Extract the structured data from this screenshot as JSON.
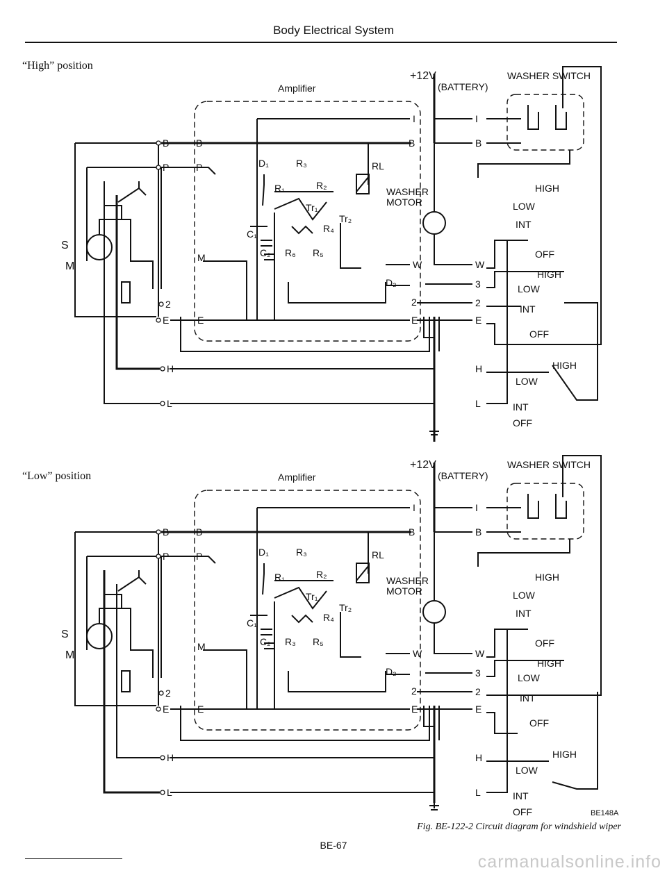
{
  "header": {
    "title": "Body Electrical System"
  },
  "panels": [
    {
      "position_label": "“High” position",
      "amplifier": "Amplifier",
      "supply": "+12V",
      "battery": "(BATTERY)",
      "washer_switch": "WASHER SWITCH",
      "rl": "RL",
      "washer_motor_1": "WASHER",
      "washer_motor_2": "MOTOR",
      "components": {
        "d1": "D₁",
        "r3": "R₃",
        "r1": "R₁",
        "r2": "R₂",
        "tr1": "Tr₁",
        "tr2": "Tr₂",
        "r4": "R₄",
        "c1": "C₁",
        "c2": "C₂",
        "r6": "R₆",
        "r5": "R₅",
        "d2": "D₂"
      },
      "left_terminals": [
        "B",
        "P",
        "2",
        "E",
        "H",
        "L"
      ],
      "amp_left": [
        "B",
        "P",
        "M",
        "E"
      ],
      "amp_right": [
        "I",
        "B",
        "W",
        "2",
        "E"
      ],
      "conn_right": [
        "I",
        "B",
        "W",
        "3",
        "2",
        "E",
        "H",
        "L"
      ],
      "motor": {
        "s": "S",
        "m": "M"
      },
      "sw_washer": {
        "high": "HIGH",
        "low": "LOW",
        "int": "INT",
        "off": "OFF"
      },
      "sw_mid": {
        "high": "HIGH",
        "low": "LOW",
        "int": "INT",
        "off": "OFF"
      },
      "sw_bot": {
        "high": "HIGH",
        "low": "LOW",
        "int": "INT",
        "off": "OFF"
      }
    },
    {
      "position_label": "“Low” position",
      "amplifier": "Amplifier",
      "supply": "+12V",
      "battery": "(BATTERY)",
      "washer_switch": "WASHER SWITCH",
      "rl": "RL",
      "washer_motor_1": "WASHER",
      "washer_motor_2": "MOTOR",
      "components": {
        "d1": "D₁",
        "r3": "R₃",
        "r1": "R₁",
        "r2": "R₂",
        "tr1": "Tr₁",
        "tr2": "Tr₂",
        "r4": "R₄",
        "c1": "C₁",
        "c2": "C₂",
        "r6": "R₃",
        "r5": "R₅",
        "d2": "D₂"
      },
      "left_terminals": [
        "B",
        "P",
        "2",
        "E",
        "H",
        "L"
      ],
      "amp_left": [
        "B",
        "P",
        "M",
        "E"
      ],
      "amp_right": [
        "I",
        "B",
        "W",
        "2",
        "E"
      ],
      "conn_right": [
        "I",
        "B",
        "W",
        "3",
        "2",
        "E",
        "H",
        "L"
      ],
      "motor": {
        "s": "S",
        "m": "M"
      },
      "sw_washer": {
        "high": "HIGH",
        "low": "LOW",
        "int": "INT",
        "off": "OFF"
      },
      "sw_mid": {
        "high": "HIGH",
        "low": "LOW",
        "int": "INT",
        "off": "OFF"
      },
      "sw_bot": {
        "high": "HIGH",
        "low": "LOW",
        "int": "INT",
        "off": "OFF"
      }
    }
  ],
  "figure_code": "BE148A",
  "caption": "Fig. BE-122-2  Circuit diagram for windshield wiper",
  "page_number": "BE-67",
  "watermark": "carmanualsonline.info"
}
